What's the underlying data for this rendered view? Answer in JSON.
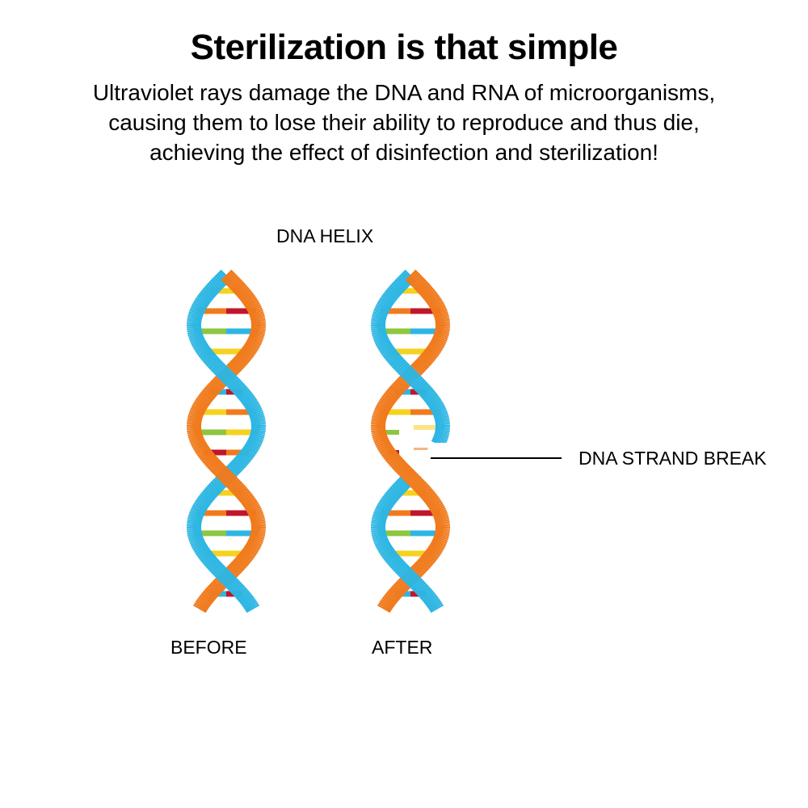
{
  "title": "Sterilization is that simple",
  "description_lines": [
    "Ultraviolet rays damage the DNA and RNA of microorganisms,",
    "causing them to lose their ability to reproduce and thus die,",
    "achieving the effect of disinfection and sterilization!"
  ],
  "diagram": {
    "helix_label": "DNA HELIX",
    "before_label": "BEFORE",
    "after_label": "AFTER",
    "break_label": "DNA STRAND BREAK"
  },
  "colors": {
    "strand_orange": "#F07A1C",
    "strand_blue": "#2DB6E3",
    "base_yellow": "#F5D21E",
    "base_green": "#8DC63F",
    "base_red": "#C0162B",
    "base_orange": "#F07A1C",
    "base_blue": "#2DB6E3",
    "pointer_line": "#000000"
  }
}
